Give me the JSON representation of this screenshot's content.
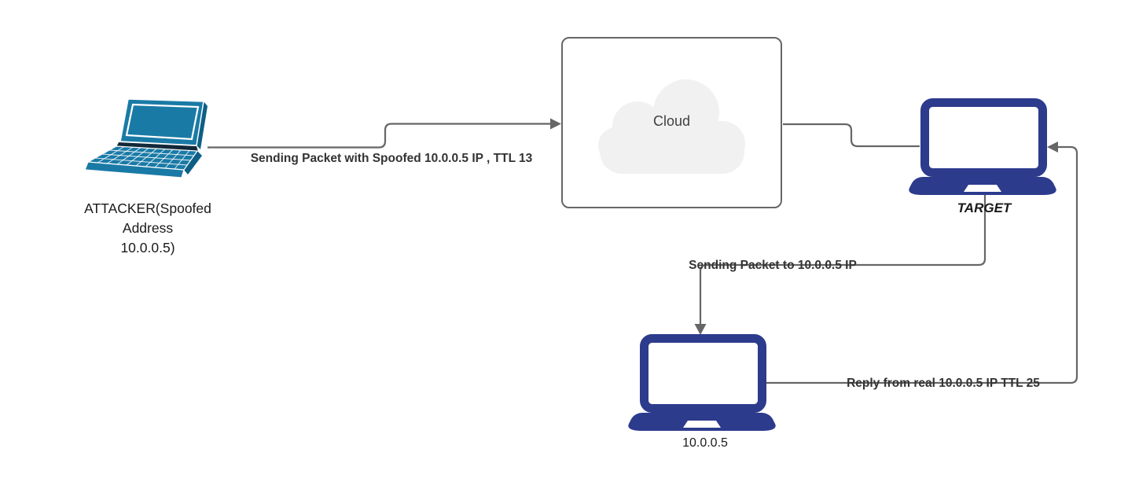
{
  "colors": {
    "background": "#ffffff",
    "connector": "#666666",
    "edge_label_text": "#333333",
    "node_label_text": "#1a1a1a",
    "attacker_laptop": "#1a7aa6",
    "attacker_laptop_dark": "#0d5f86",
    "attacker_laptop_hinge": "#13293a",
    "target_laptop": "#2d3b8d",
    "cloud_fill": "#f1f1f1",
    "cloud_border": "#666666",
    "cloud_text": "#404040"
  },
  "diagram": {
    "nodes": {
      "attacker": {
        "label": "ATTACKER(Spoofed\nAddress\n10.0.0.5)",
        "icon": "laptop-3d-icon"
      },
      "cloud": {
        "label": "Cloud",
        "icon": "cloud-icon"
      },
      "target": {
        "label": "TARGET",
        "icon": "laptop-icon"
      },
      "real_host": {
        "label": "10.0.0.5",
        "icon": "laptop-icon"
      }
    },
    "edges": [
      {
        "id": "attacker-to-cloud",
        "label": "Sending Packet with Spoofed 10.0.0.5 IP , TTL 13"
      },
      {
        "id": "cloud-to-target",
        "label": ""
      },
      {
        "id": "target-to-real-host",
        "label": "Sending Packet to 10.0.0.5 IP"
      },
      {
        "id": "real-host-to-target",
        "label": "Reply from real 10.0.0.5 IP TTL 25"
      }
    ]
  }
}
